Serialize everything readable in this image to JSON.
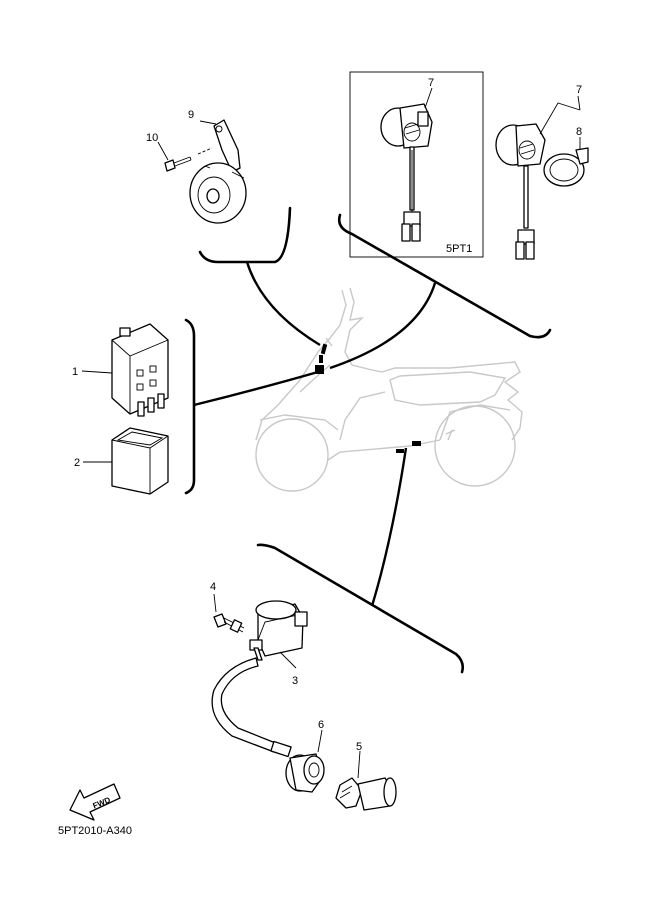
{
  "labels": {
    "p1": "1",
    "p2": "2",
    "p3": "3",
    "p4": "4",
    "p5": "5",
    "p6": "6",
    "p7a": "7",
    "p7b": "7",
    "p8": "8",
    "p9": "9",
    "p10": "10"
  },
  "model_tag": "5PT1",
  "diagram_code": "5PT2010-A340",
  "fwd_label": "FWD",
  "icons": {
    "direction": "fwd-arrow-icon"
  }
}
